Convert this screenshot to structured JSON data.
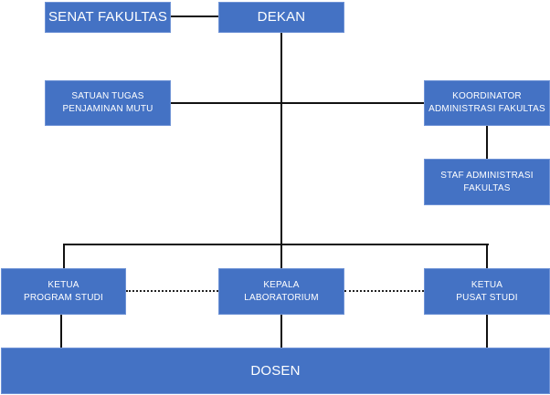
{
  "colors": {
    "box_fill": "#4472C4",
    "text": "#FFFFFF",
    "connector": "#111111"
  },
  "nodes": {
    "senat": "SENAT FAKULTAS",
    "dekan": "DEKAN",
    "satuan": "SATUAN TUGAS\nPENJAMINAN MUTU",
    "koordinator": "KOORDINATOR\nADMINISTRASI FAKULTAS",
    "staf": "STAF ADMINISTRASI\nFAKULTAS",
    "kaprodi": "KETUA\nPROGRAM STUDI",
    "kalab": "KEPALA\nLABORATORIUM",
    "kapusat": "KETUA\nPUSAT STUDI",
    "dosen": "DOSEN"
  }
}
